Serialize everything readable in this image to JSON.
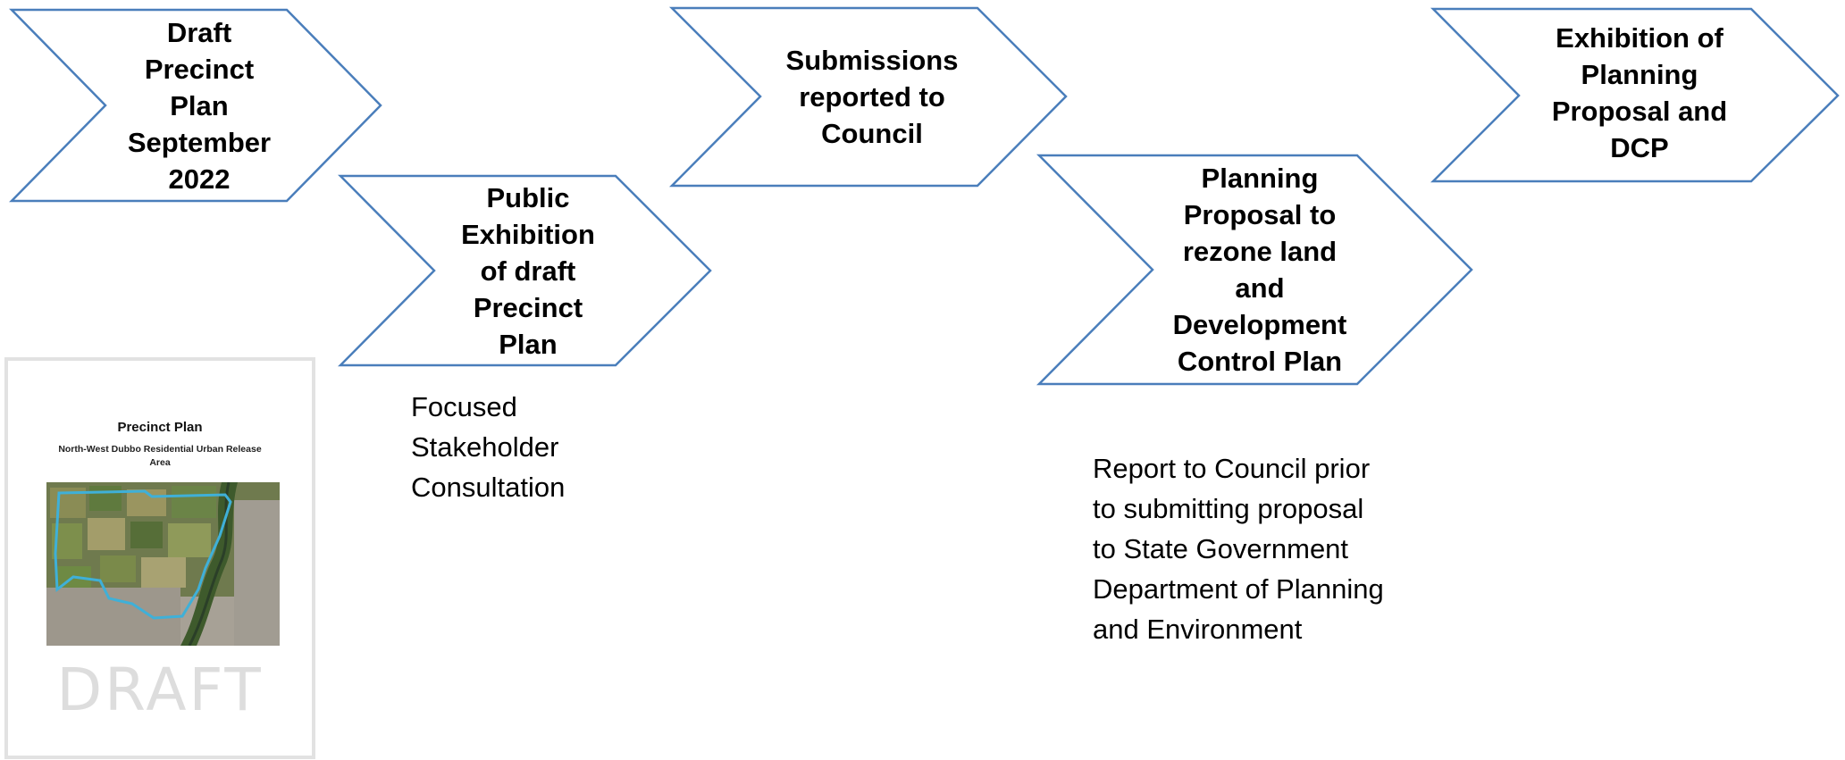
{
  "steps": [
    {
      "id": "draft-precinct-plan",
      "lines": [
        "Draft",
        "Precinct",
        "Plan",
        "September",
        "2022"
      ]
    },
    {
      "id": "public-exhibition",
      "lines": [
        "Public",
        "Exhibition",
        "of draft",
        "Precinct",
        "Plan"
      ]
    },
    {
      "id": "submissions-reported",
      "lines": [
        "Submissions",
        "reported to",
        "Council"
      ]
    },
    {
      "id": "planning-proposal",
      "lines": [
        "Planning",
        "Proposal to",
        "rezone land",
        "and",
        "Development",
        "Control Plan"
      ]
    },
    {
      "id": "exhibition-planning-proposal",
      "lines": [
        "Exhibition of",
        "Planning",
        "Proposal and",
        "DCP"
      ]
    }
  ],
  "notes": {
    "stakeholder": {
      "lines": [
        "Focused",
        "Stakeholder",
        "Consultation"
      ]
    },
    "report": {
      "lines": [
        "Report to Council prior",
        "to submitting proposal",
        "to State Government",
        "Department of Planning",
        "and Environment"
      ]
    }
  },
  "document": {
    "title": "Precinct Plan",
    "subtitle": "North-West Dubbo Residential Urban Release Area",
    "watermark": "DRAFT"
  },
  "colors": {
    "chevron_stroke": "#4a7ebb",
    "text": "#000000",
    "watermark": "#dddddd",
    "map_boundary": "#3fb0d8"
  }
}
